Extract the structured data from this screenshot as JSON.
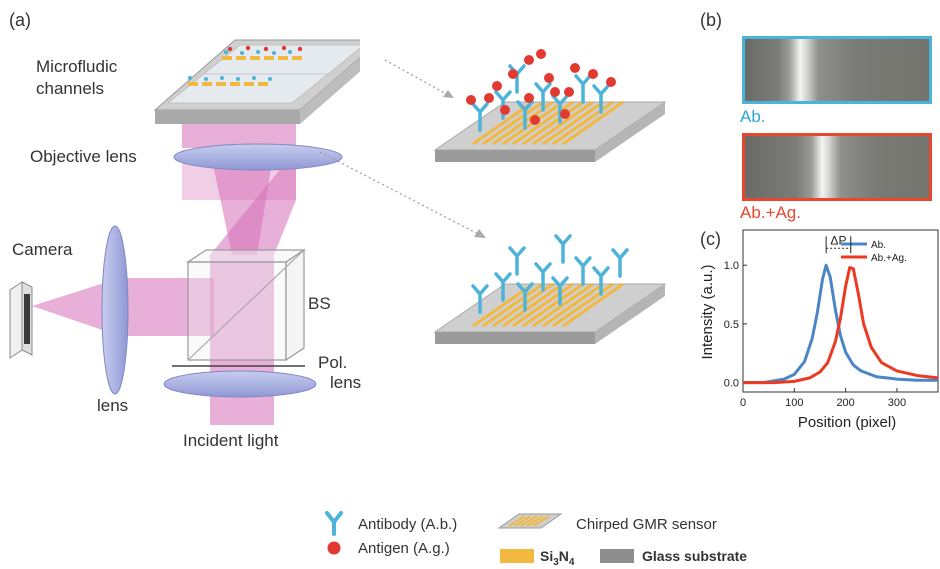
{
  "panel_a": {
    "tag": "(a)",
    "microfluidic_line1": "Microfludic",
    "microfluidic_line2": "channels",
    "objective_lens": "Objective lens",
    "camera": "Camera",
    "lens": "lens",
    "bs": "BS",
    "pol_line1": "Pol.",
    "pol_line2": "lens",
    "incident_light": "Incident light"
  },
  "panel_b": {
    "tag": "(b)",
    "ab_label": "Ab.",
    "abag_label": "Ab.+Ag."
  },
  "panel_c": {
    "tag": "(c)"
  },
  "legend": {
    "antibody": "Antibody (A.b.)",
    "antigen": "Antigen (A.g.)",
    "sensor": "Chirped GMR sensor",
    "si3n4_main": "Si",
    "si3n4_sub1": "3",
    "si3n4_mid": "N",
    "si3n4_sub2": "4",
    "glass": "Glass substrate"
  },
  "colors": {
    "antibody": "#4eb3d8",
    "antigen": "#e03a33",
    "gold": "#f2b840",
    "beam": "#d66fb8",
    "lens": "#9aa3d8",
    "ab_curve": "#4a86c5",
    "abag_curve": "#ec3a22"
  },
  "chart_data": {
    "type": "line",
    "xlabel": "Position (pixel)",
    "ylabel": "Intensity (a.u.)",
    "xlim": [
      0,
      380
    ],
    "ylim": [
      -0.08,
      1.3
    ],
    "xticks": [
      "0",
      "100",
      "200",
      "300"
    ],
    "yticks": [
      "0.0",
      "0.5",
      "1.0"
    ],
    "annotation": "ΔP",
    "series": [
      {
        "name": "Ab.",
        "color": "#4a86c5",
        "x": [
          0,
          40,
          80,
          100,
          120,
          135,
          145,
          155,
          162,
          170,
          180,
          190,
          200,
          215,
          230,
          260,
          300,
          340,
          380
        ],
        "y": [
          0.0,
          0.0,
          0.03,
          0.07,
          0.18,
          0.38,
          0.6,
          0.88,
          1.0,
          0.9,
          0.62,
          0.4,
          0.26,
          0.15,
          0.1,
          0.05,
          0.03,
          0.02,
          0.02
        ]
      },
      {
        "name": "Ab.+Ag.",
        "color": "#ec3a22",
        "x": [
          0,
          60,
          100,
          130,
          150,
          165,
          180,
          190,
          200,
          208,
          215,
          225,
          235,
          250,
          270,
          300,
          340,
          380
        ],
        "y": [
          0.0,
          0.0,
          0.01,
          0.04,
          0.09,
          0.17,
          0.35,
          0.55,
          0.82,
          0.98,
          0.97,
          0.75,
          0.5,
          0.3,
          0.17,
          0.1,
          0.06,
          0.04
        ]
      }
    ]
  }
}
